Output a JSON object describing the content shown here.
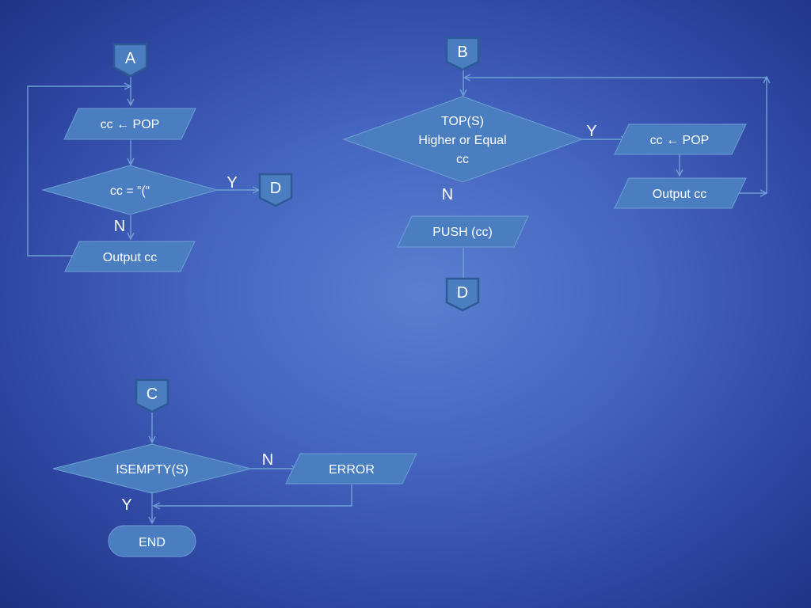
{
  "colors": {
    "shape_fill": "#4a7ec0",
    "shape_stroke": "#6f9fd6",
    "connector_border": "#2d5a94",
    "text": "#ffffff"
  },
  "section_a": {
    "connector": "A",
    "process_pop": "cc ← POP",
    "decision": "cc = “(“",
    "yes_label": "Y",
    "no_label": "N",
    "target_connector": "D",
    "output": "Output cc"
  },
  "section_b": {
    "connector": "B",
    "decision_line1": "TOP(S)",
    "decision_line2": "Higher or Equal",
    "decision_line3": "cc",
    "yes_label": "Y",
    "no_label": "N",
    "process_pop": "cc ← POP",
    "output": "Output cc",
    "push": "PUSH (cc)",
    "target_connector": "D"
  },
  "section_c": {
    "connector": "C",
    "decision": "ISEMPTY(S)",
    "no_label": "N",
    "yes_label": "Y",
    "error": "ERROR",
    "end": "END"
  }
}
